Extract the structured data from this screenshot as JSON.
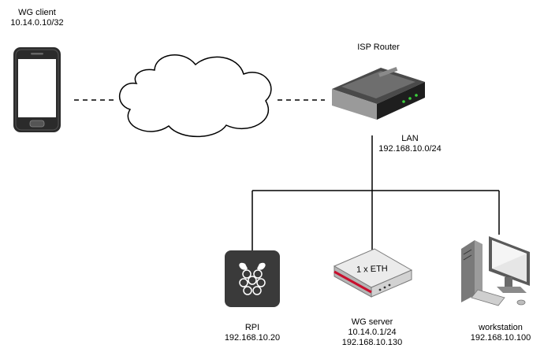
{
  "wg_client": {
    "name": "WG client",
    "ip": "10.14.0.10/32"
  },
  "isp_router": {
    "name": "ISP Router"
  },
  "lan": {
    "name": "LAN",
    "subnet": "192.168.10.0/24"
  },
  "rpi": {
    "name": "RPI",
    "ip": "192.168.10.20"
  },
  "wg_server": {
    "name": "WG server",
    "tunnel_ip": "10.14.0.1/24",
    "lan_ip": "192.168.10.130",
    "interface_label": "1 x ETH"
  },
  "workstation": {
    "name": "workstation",
    "ip": "192.168.10.100"
  },
  "colors": {
    "line": "#000000",
    "phone": "#2b2b2b",
    "server_accent": "#c8102e",
    "rpi_tile": "#3a3a3a"
  },
  "icons": [
    "phone-icon",
    "cloud-icon",
    "router-icon",
    "raspberry-pi-icon",
    "server-appliance-icon",
    "workstation-icon"
  ]
}
